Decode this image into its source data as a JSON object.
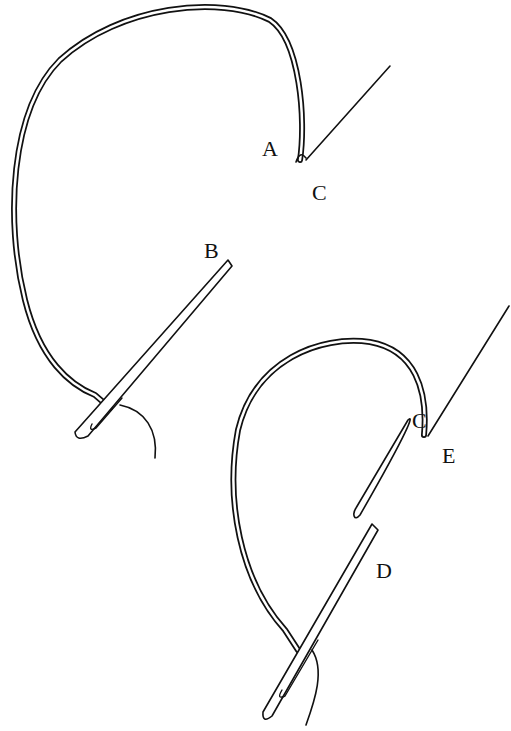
{
  "diagram": {
    "labels": [
      "A",
      "C",
      "B",
      "C",
      "D",
      "E"
    ]
  }
}
